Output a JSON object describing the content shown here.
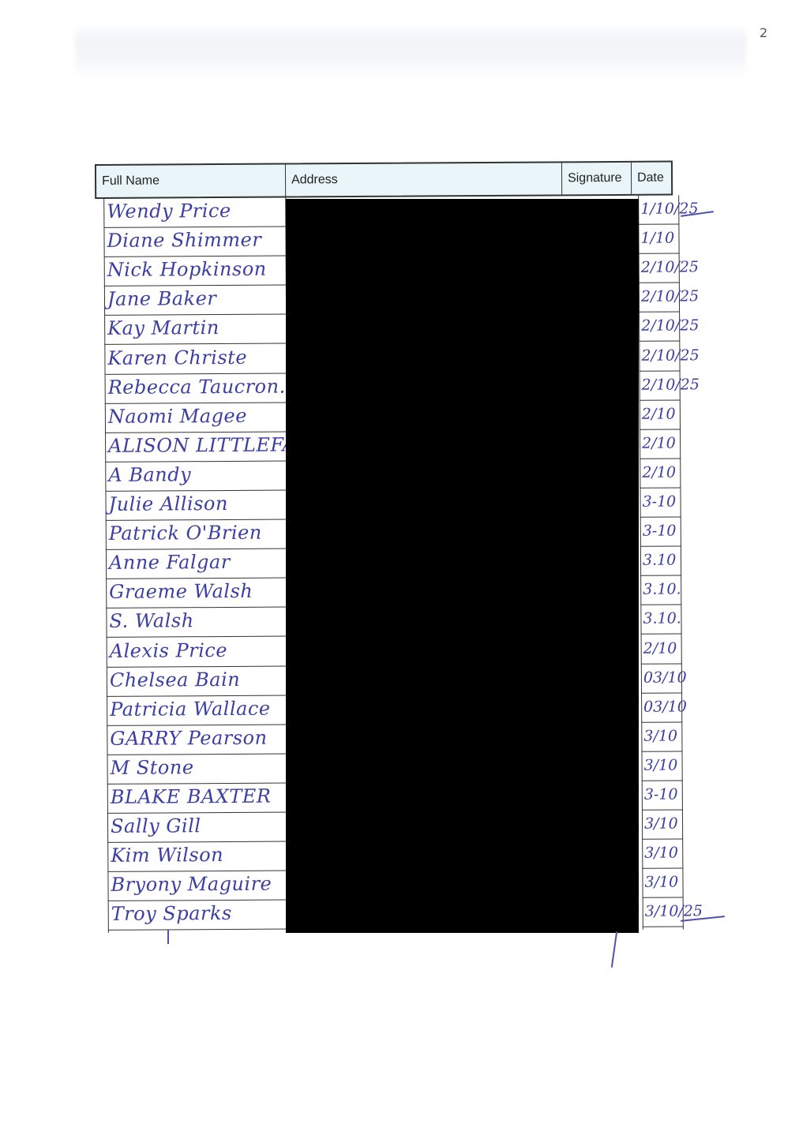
{
  "page": {
    "number": "2"
  },
  "table": {
    "headers": {
      "full_name": "Full Name",
      "address": "Address",
      "signature": "Signature",
      "date": "Date"
    },
    "rows": [
      {
        "name": "Wendy Price",
        "date": "1/10/25"
      },
      {
        "name": "Diane Shimmer",
        "date": "1/10"
      },
      {
        "name": "Nick Hopkinson",
        "date": "2/10/25"
      },
      {
        "name": "Jane Baker",
        "date": "2/10/25"
      },
      {
        "name": "Kay Martin",
        "date": "2/10/25"
      },
      {
        "name": "Karen Christe",
        "date": "2/10/25"
      },
      {
        "name": "Rebecca Taucron.",
        "date": "2/10/25"
      },
      {
        "name": "Naomi Magee",
        "date": "2/10"
      },
      {
        "name": "ALISON LITTLEFAIR",
        "date": "2/10"
      },
      {
        "name": "A Bandy",
        "date": "2/10"
      },
      {
        "name": "Julie Allison",
        "date": "3-10"
      },
      {
        "name": "Patrick O'Brien",
        "date": "3-10"
      },
      {
        "name": "Anne Falgar",
        "date": "3.10"
      },
      {
        "name": "Graeme Walsh",
        "date": "3.10."
      },
      {
        "name": "S. Walsh",
        "date": "3.10."
      },
      {
        "name": "Alexis Price",
        "date": "2/10"
      },
      {
        "name": "Chelsea Bain",
        "date": "03/10"
      },
      {
        "name": "Patricia Wallace",
        "date": "03/10"
      },
      {
        "name": "GARRY Pearson",
        "date": "3/10"
      },
      {
        "name": "M Stone",
        "date": "3/10"
      },
      {
        "name": "BLAKE BAXTER",
        "date": "3-10"
      },
      {
        "name": "Sally Gill",
        "date": "3/10"
      },
      {
        "name": "Kim Wilson",
        "date": "3/10"
      },
      {
        "name": "Bryony Maguire",
        "date": "3/10"
      },
      {
        "name": "Troy Sparks",
        "date": "3/10/25"
      }
    ]
  },
  "colors": {
    "ink": "#3b3fa3",
    "header_bg": "#e9f5f8",
    "redaction": "#000000"
  }
}
